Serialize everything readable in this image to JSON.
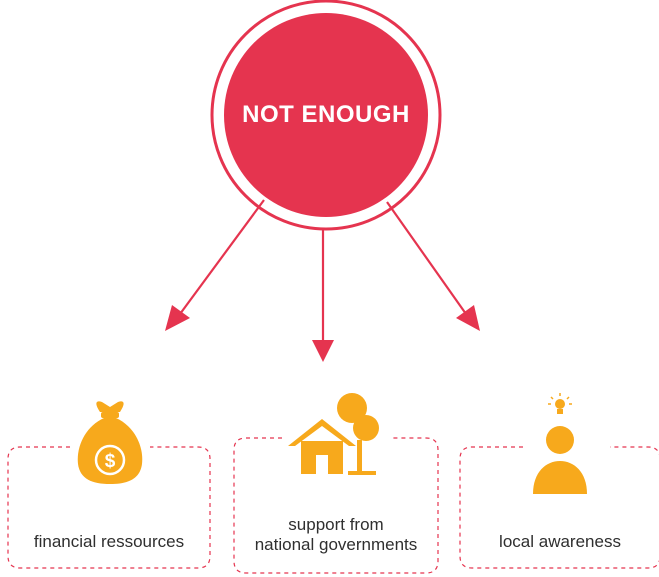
{
  "center": {
    "label": "NOT ENOUGH"
  },
  "items": [
    {
      "label": "financial ressources",
      "icon": "money-bag-icon"
    },
    {
      "label_lines": [
        "support from",
        "national governments"
      ],
      "icon": "house-tree-icon"
    },
    {
      "label": "local awareness",
      "icon": "person-lightbulb-icon"
    }
  ],
  "colors": {
    "accent": "#e5344f",
    "circle_ring": "#e5344f",
    "icon": "#f7a91c",
    "card_border": "#e5344f",
    "text": "#2f2f2f"
  }
}
